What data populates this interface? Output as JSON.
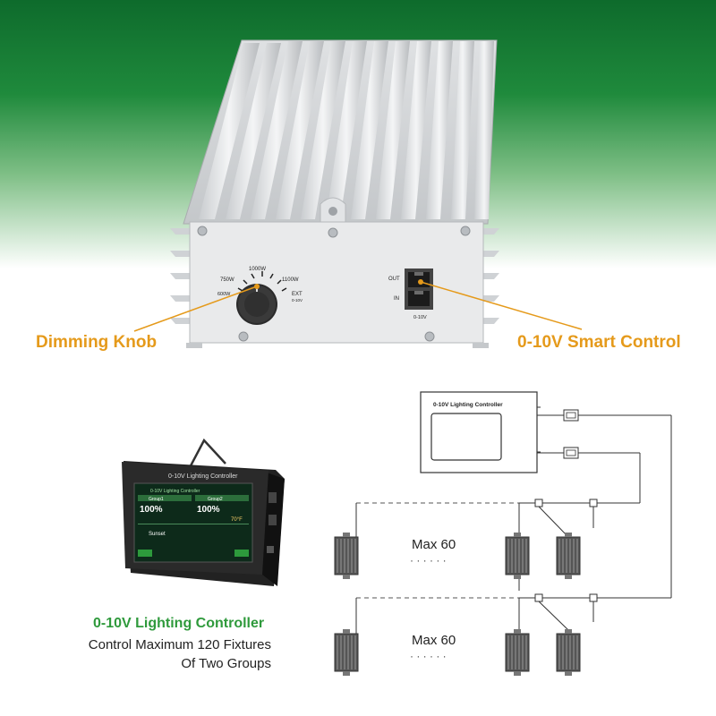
{
  "ballast": {
    "knob_labels": [
      "750W",
      "1000W",
      "1100W",
      "EXT",
      "0-10V",
      "600W"
    ],
    "port_labels": {
      "out": "OUT",
      "in": "IN",
      "port": "0-10V"
    }
  },
  "callouts": {
    "dimming_knob": "Dimming Knob",
    "smart_control": "0-10V Smart Control"
  },
  "controller_photo": {
    "title": "0-10V Lighting Controller",
    "screen_title": "0-10V Lighting Controller",
    "group1": "Group1",
    "group2": "Group2",
    "value1": "100%",
    "value2": "100%",
    "temp": "70°F",
    "mode": "Sunset"
  },
  "caption": {
    "title": "0-10V Lighting Controller",
    "line1": "Control Maximum 120 Fixtures",
    "line2": "Of Two Groups"
  },
  "diagram": {
    "controller_label": "0-10V Lighting Controller",
    "row1_label": "Max 60",
    "row2_label": "Max 60",
    "dots": "· · · · · ·"
  },
  "colors": {
    "accent_orange": "#e59a1b",
    "brand_green": "#2f9a3c",
    "bg_green": "#0e6b2c"
  }
}
